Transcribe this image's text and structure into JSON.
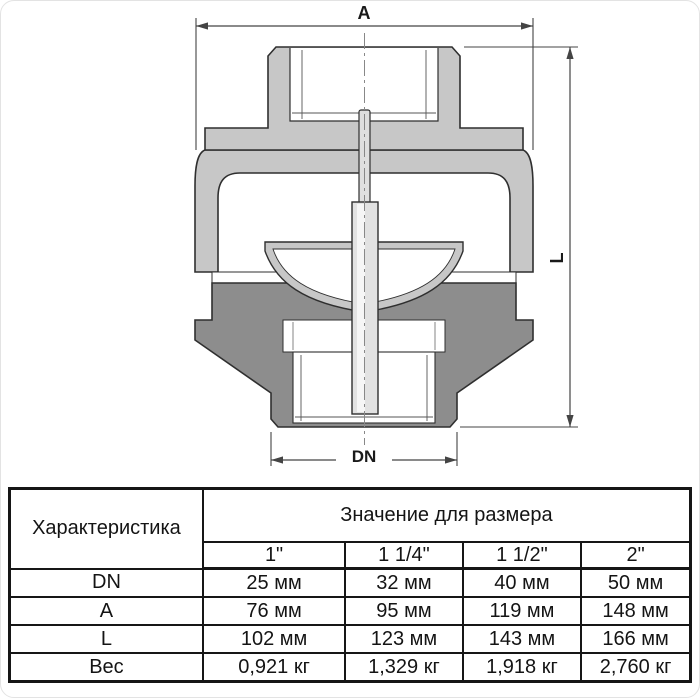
{
  "diagram": {
    "type": "valve-cross-section",
    "labels": {
      "width_top": "A",
      "height_right": "L",
      "bore_bottom": "DN"
    },
    "colors": {
      "body_light": "#c7c7c7",
      "body_dark": "#8d8d8d",
      "outline": "#2f2f2f",
      "dimension_line": "#444444",
      "background": "#ffffff"
    }
  },
  "table": {
    "header": {
      "characteristic": "Характеристика",
      "value_for_size": "Значение для размера"
    },
    "sizes": [
      "1\"",
      "1 1/4\"",
      "1 1/2\"",
      "2\""
    ],
    "rows": [
      {
        "name": "DN",
        "values": [
          "25 мм",
          "32 мм",
          "40 мм",
          "50 мм"
        ]
      },
      {
        "name": "A",
        "values": [
          "76 мм",
          "95 мм",
          "119 мм",
          "148 мм"
        ]
      },
      {
        "name": "L",
        "values": [
          "102 мм",
          "123 мм",
          "143 мм",
          "166 мм"
        ]
      },
      {
        "name": "Вес",
        "values": [
          "0,921 кг",
          "1,329 кг",
          "1,918 кг",
          "2,760 кг"
        ]
      }
    ]
  }
}
